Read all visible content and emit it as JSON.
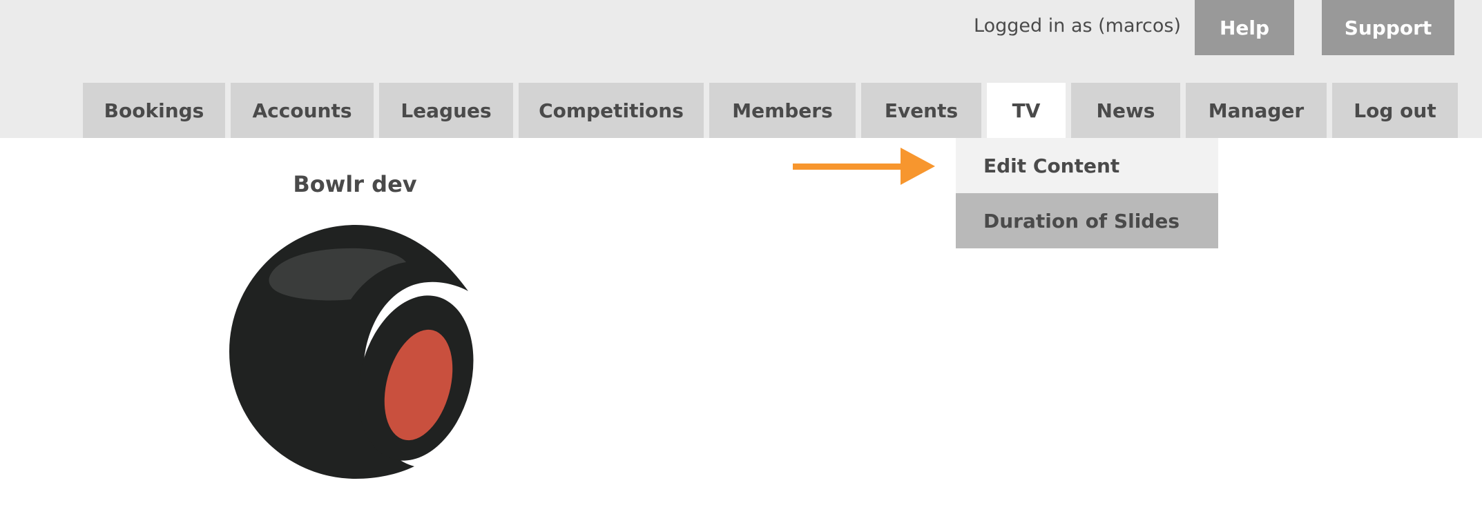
{
  "header": {
    "logged_in_text": "Logged in as (marcos)",
    "help_label": "Help",
    "support_label": "Support"
  },
  "nav": {
    "tabs": [
      {
        "label": "Bookings"
      },
      {
        "label": "Accounts"
      },
      {
        "label": "Leagues"
      },
      {
        "label": "Competitions"
      },
      {
        "label": "Members"
      },
      {
        "label": "Events"
      },
      {
        "label": "TV"
      },
      {
        "label": "News"
      },
      {
        "label": "Manager"
      },
      {
        "label": "Log out"
      }
    ],
    "active_tab": "TV"
  },
  "dropdown": {
    "items": [
      {
        "label": "Edit Content"
      },
      {
        "label": "Duration of Slides"
      }
    ]
  },
  "main": {
    "title": "Bowlr dev",
    "logo_icon": "bowling-ball-logo-icon"
  },
  "colors": {
    "topbar_bg": "#ebebeb",
    "tab_bg": "#d3d3d3",
    "active_tab_bg": "#ffffff",
    "utility_button_bg": "#999999",
    "dropdown_item_bg": "#f2f2f2",
    "dropdown_hover_bg": "#b9b9b9",
    "arrow": "#f7962e",
    "logo_dark": "#202221",
    "logo_red": "#c9503e",
    "text": "#4a4a4a"
  }
}
